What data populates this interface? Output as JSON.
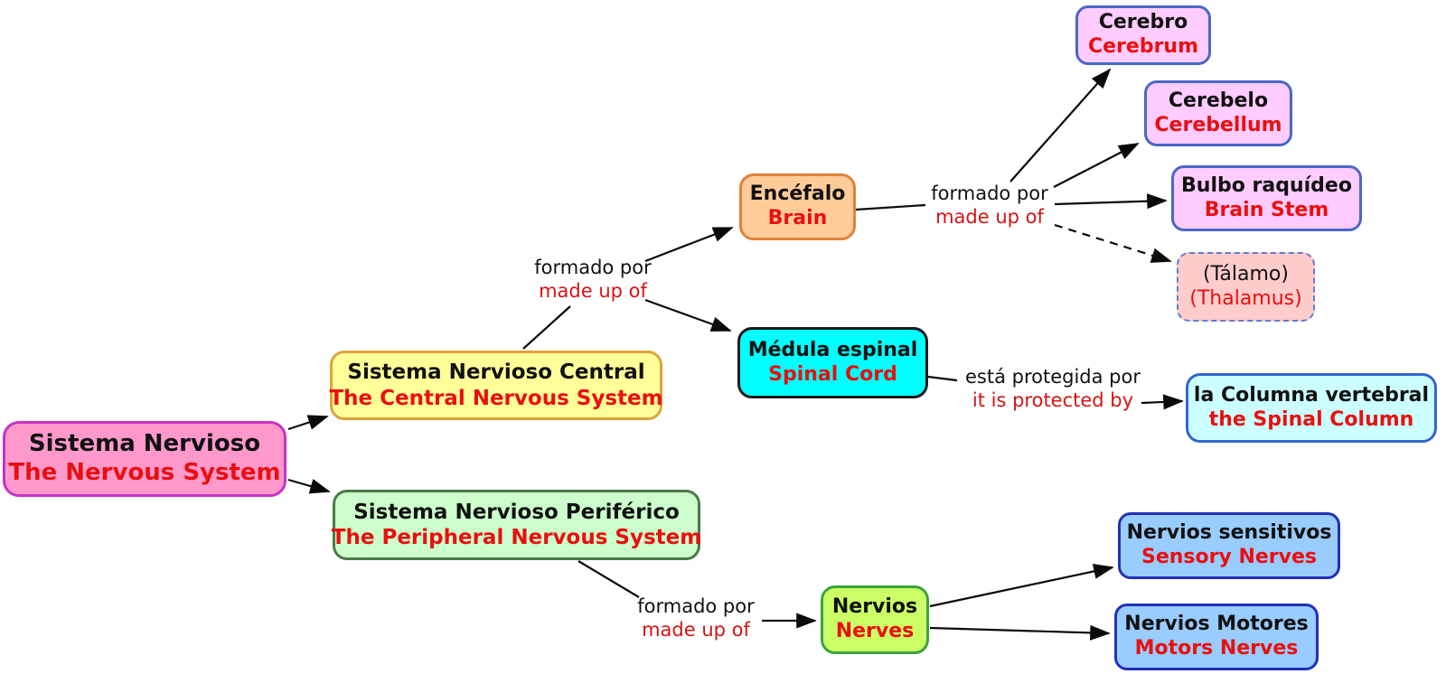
{
  "diagram": {
    "type": "concept-map",
    "topic": "Sistema Nervioso / The Nervous System"
  },
  "palette": {
    "background": "#ffffff",
    "spanish_text": "#111111",
    "english_text": "#ea0f0f",
    "edge_color": "#0a0a0a",
    "node_fills": {
      "sistema_nervioso": "#ff99cc",
      "sistema_nervioso_central": "#ffff99",
      "sistema_nervioso_periferico": "#ccffcc",
      "encefalo": "#ffcc99",
      "medula_espinal": "#00ffff",
      "brain_parts": "#ffccff",
      "talamo": "#ffcccc",
      "columna_vertebral": "#ccffff",
      "nervios": "#ccff66",
      "nerve_types": "#99ccff"
    },
    "node_borders": {
      "sistema_nervioso": "#c633c6",
      "sistema_nervioso_central": "#dfa23b",
      "sistema_nervioso_periferico": "#4c7a46",
      "encefalo": "#e0823c",
      "medula_espinal": "#1a1a1a",
      "brain_parts": "#4a67c8",
      "talamo": "#5e7ed0",
      "columna_vertebral": "#3366cc",
      "nervios": "#3ba33b",
      "nerve_types": "#2230b8"
    }
  },
  "nodes": {
    "sistema_nervioso": {
      "es": "Sistema Nervioso",
      "en": "The Nervous System"
    },
    "snc": {
      "es": "Sistema Nervioso Central",
      "en": "The Central Nervous System"
    },
    "snp": {
      "es": "Sistema Nervioso Periférico",
      "en": "The Peripheral Nervous System"
    },
    "encefalo": {
      "es": "Encéfalo",
      "en": "Brain"
    },
    "medula": {
      "es": "Médula espinal",
      "en": "Spinal Cord"
    },
    "cerebro": {
      "es": "Cerebro",
      "en": "Cerebrum"
    },
    "cerebelo": {
      "es": "Cerebelo",
      "en": "Cerebellum"
    },
    "bulbo": {
      "es": "Bulbo raquídeo",
      "en": "Brain Stem"
    },
    "talamo": {
      "es": "(Tálamo)",
      "en": "(Thalamus)"
    },
    "columna": {
      "es": "la Columna vertebral",
      "en": "the Spinal Column"
    },
    "nervios": {
      "es": "Nervios",
      "en": "Nerves"
    },
    "sensitivos": {
      "es": "Nervios sensitivos",
      "en": "Sensory Nerves"
    },
    "motores": {
      "es": "Nervios Motores",
      "en": "Motors Nerves"
    }
  },
  "links": {
    "formado_central": {
      "es": "formado por",
      "en": "made up of"
    },
    "formado_encefalo": {
      "es": "formado por",
      "en": "made up of"
    },
    "protegida": {
      "es": "está protegida por",
      "en": "it is protected by"
    },
    "formado_periferico": {
      "es": "formado por",
      "en": "made up of"
    }
  }
}
